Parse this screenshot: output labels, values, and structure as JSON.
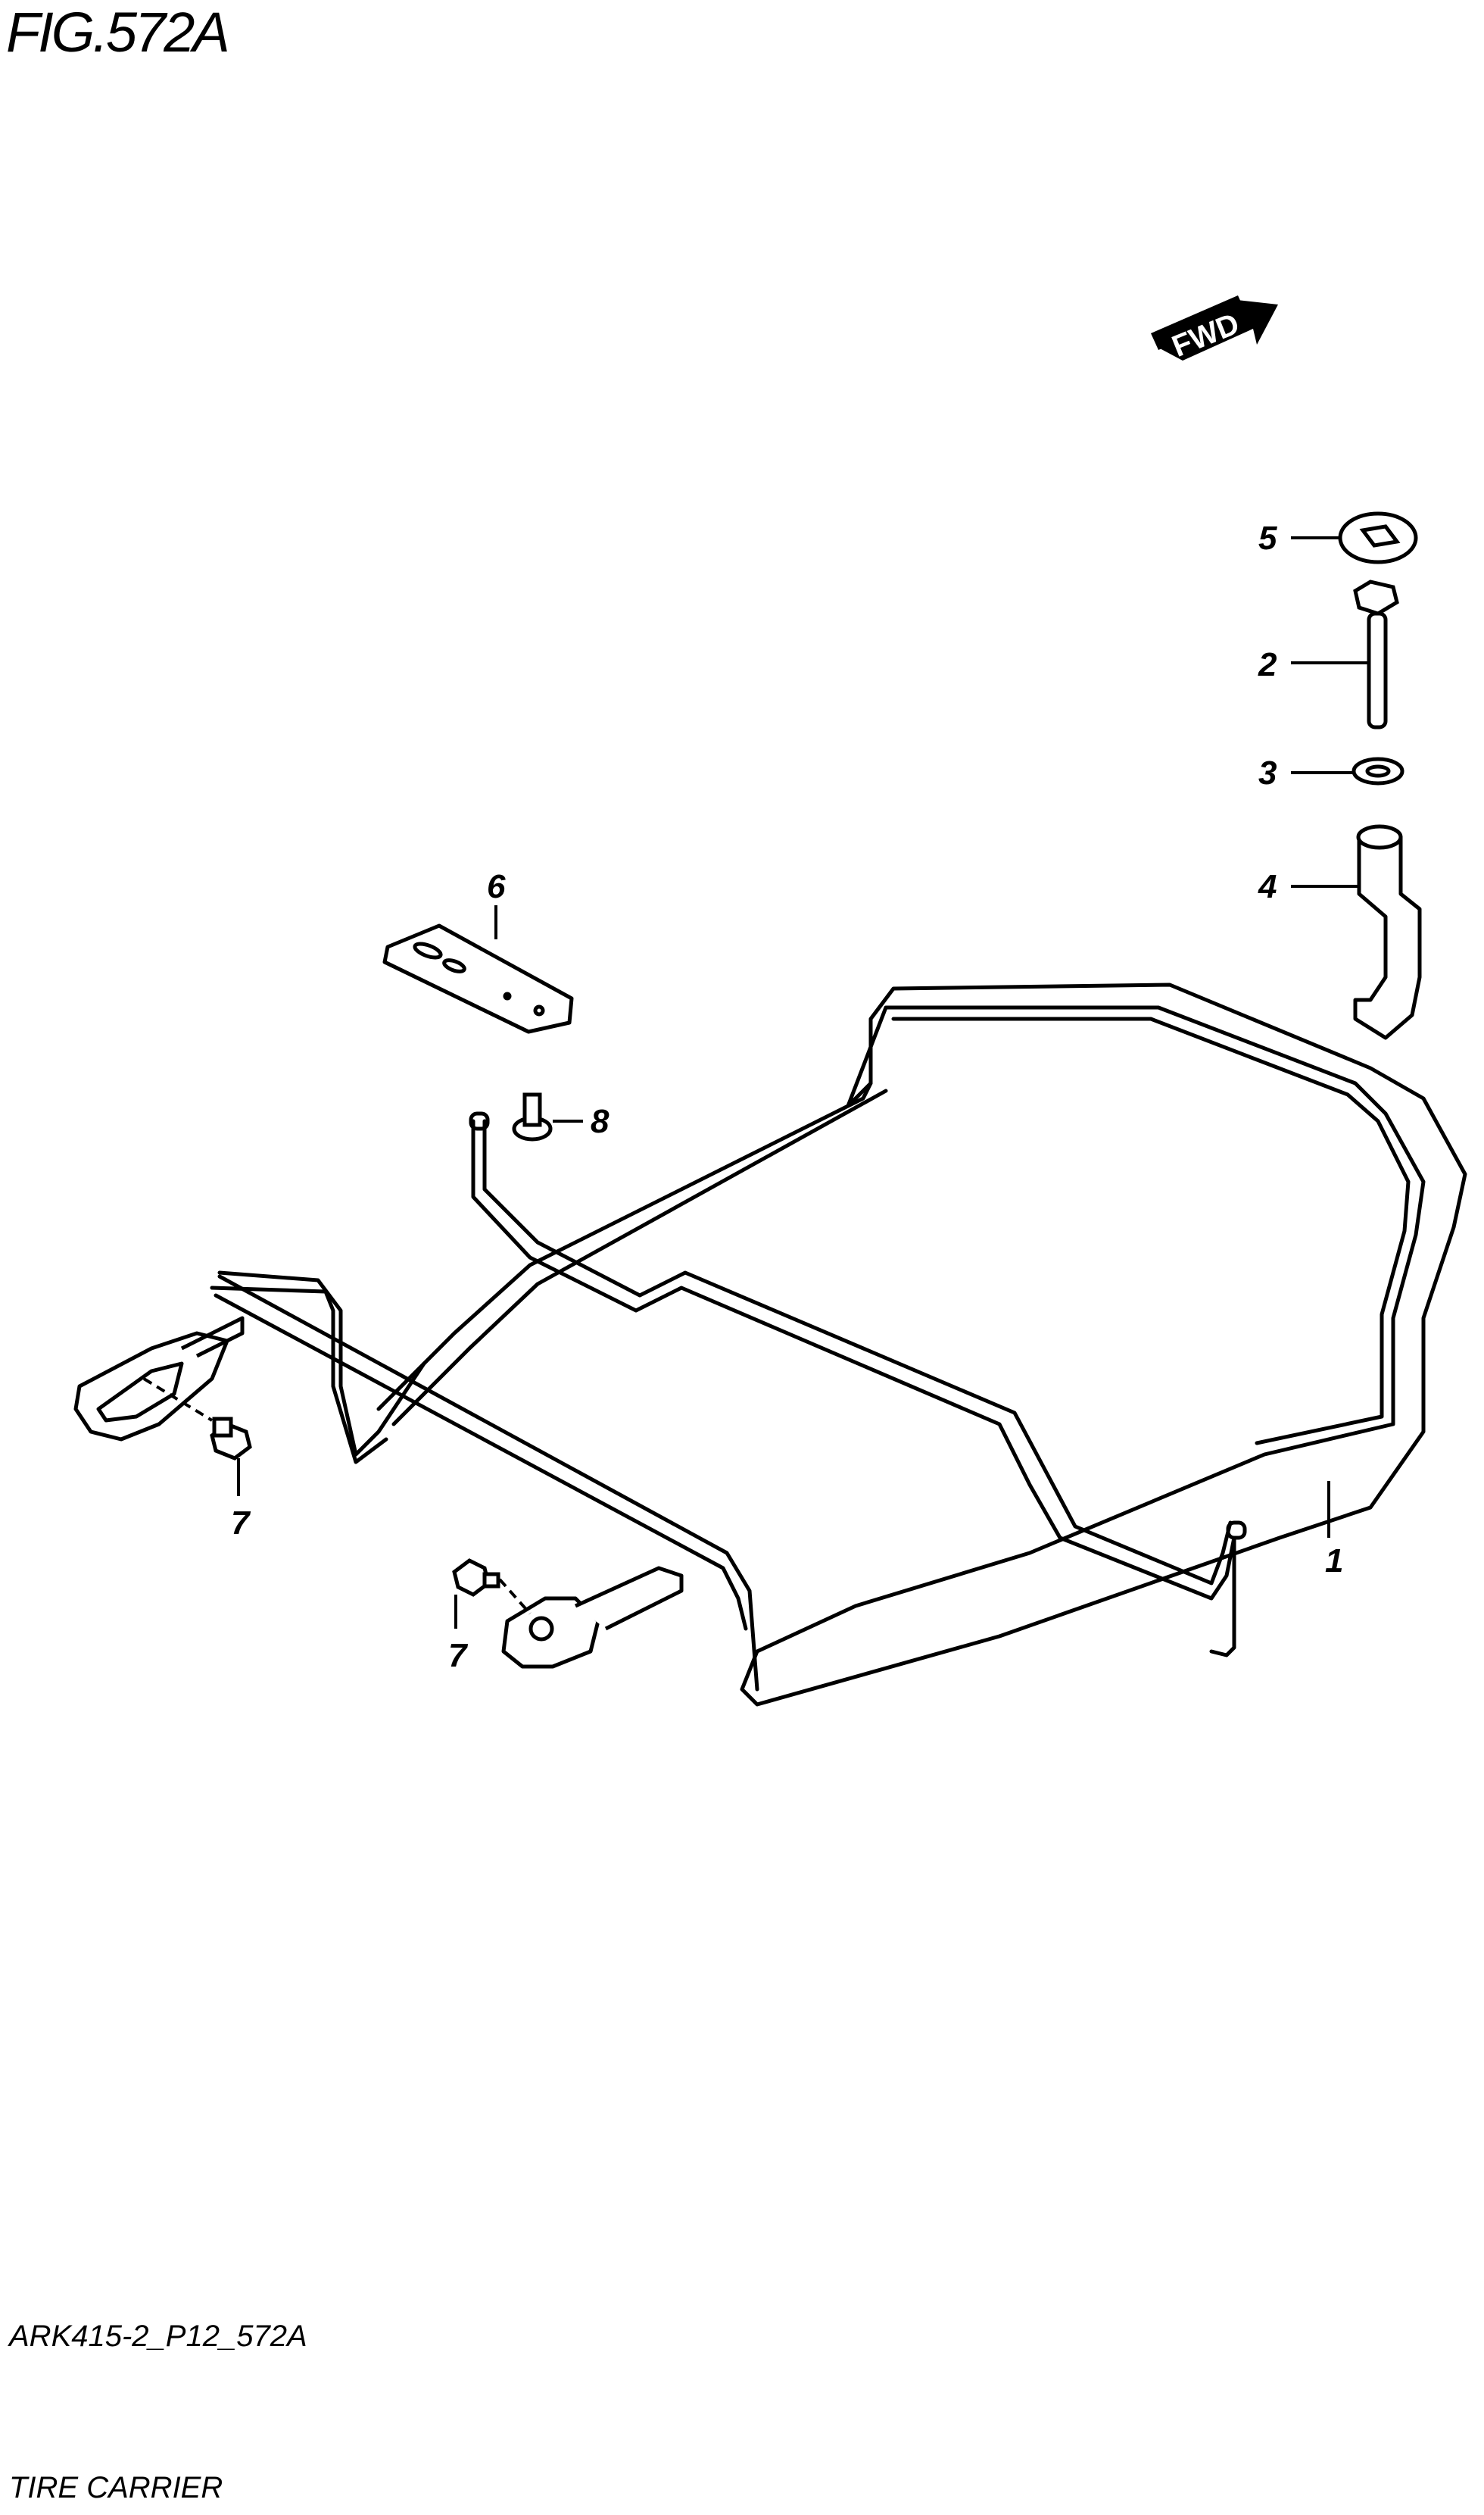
{
  "figure": {
    "title": "FIG.572A",
    "code": "ARK415-2_P12_572A",
    "name": "TIRE CARRIER"
  },
  "direction_marker": {
    "label": "FWD",
    "icon": "forward-arrow-icon"
  },
  "callouts": [
    {
      "id": "c1",
      "label": "1"
    },
    {
      "id": "c2",
      "label": "2"
    },
    {
      "id": "c3",
      "label": "3"
    },
    {
      "id": "c4",
      "label": "4"
    },
    {
      "id": "c5",
      "label": "5"
    },
    {
      "id": "c6",
      "label": "6"
    },
    {
      "id": "c7a",
      "label": "7"
    },
    {
      "id": "c7b",
      "label": "7"
    },
    {
      "id": "c8",
      "label": "8"
    }
  ],
  "colors": {
    "line": "#000000",
    "background": "#ffffff"
  }
}
